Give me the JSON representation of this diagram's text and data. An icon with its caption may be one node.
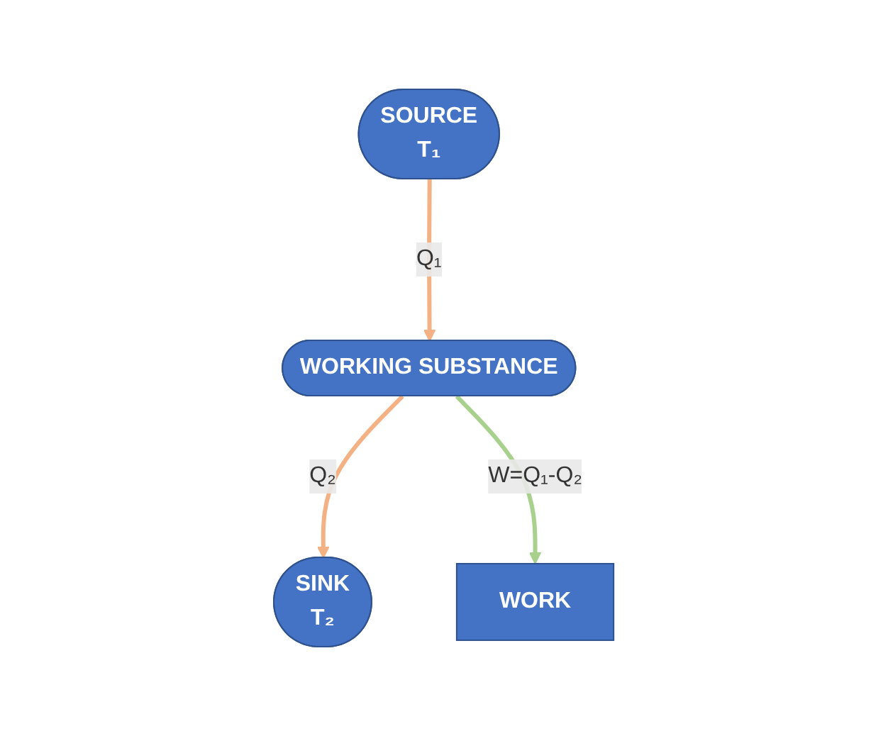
{
  "diagram": {
    "nodes": [
      {
        "text": [
          "SOURCE",
          "T₁"
        ]
      },
      {
        "text": [
          "WORKING SUBSTANCE"
        ]
      },
      {
        "text": [
          "SINK",
          "T₂"
        ]
      },
      {
        "text": [
          "WORK"
        ]
      }
    ],
    "edges": [
      {
        "from": 0,
        "to": 1,
        "arrow": "to",
        "label": "Q₁",
        "color": "#f4b183"
      },
      {
        "from": 1,
        "to": 2,
        "arrow": "to",
        "label": "Q₂",
        "color": "#f4b183"
      },
      {
        "from": 1,
        "to": 3,
        "arrow": "to",
        "label": "W=Q₁-Q₂",
        "color": "#a9d18e"
      }
    ]
  }
}
